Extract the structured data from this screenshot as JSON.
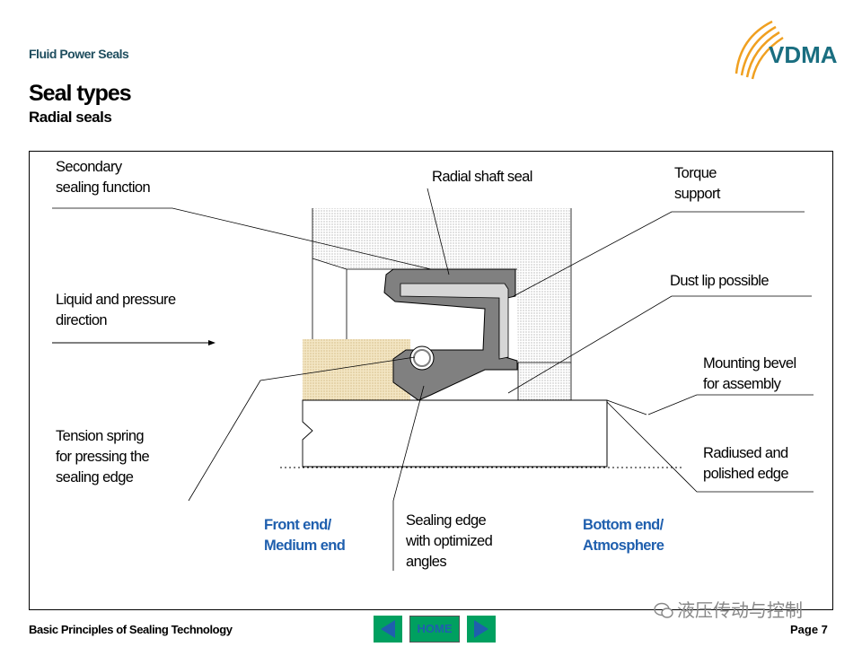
{
  "header": {
    "section": "Fluid Power Seals",
    "title": "Seal types",
    "subtitle": "Radial seals",
    "logo_text": "VDMA"
  },
  "labels": {
    "secondary_sealing": [
      "Secondary",
      "sealing function"
    ],
    "radial_shaft_seal": "Radial shaft seal",
    "torque_support": [
      "Torque",
      "support"
    ],
    "dust_lip": "Dust lip possible",
    "liquid_pressure": [
      "Liquid and pressure",
      "direction"
    ],
    "mounting_bevel": [
      "Mounting bevel",
      "for assembly"
    ],
    "tension_spring": [
      "Tension spring",
      "for pressing the",
      "sealing edge"
    ],
    "radiused_edge": [
      "Radiused and",
      "polished edge"
    ],
    "front_end": [
      "Front end/",
      "Medium end"
    ],
    "sealing_edge": [
      "Sealing edge",
      "with optimized",
      "angles"
    ],
    "bottom_end": [
      "Bottom end/",
      "Atmosphere"
    ]
  },
  "footer": {
    "left": "Basic Principles of Sealing Technology",
    "home": "HOME",
    "page": "Page 7",
    "watermark": "液压传动与控制"
  },
  "colors": {
    "section_text": "#1f4e5f",
    "blue_label": "#1f5fae",
    "nav_green": "#00a060",
    "nav_arrow": "#1f5fae",
    "logo_orange": "#f0a020",
    "logo_teal": "#1a6e80"
  },
  "icons": [
    "left-arrow-icon",
    "right-arrow-icon",
    "vdma-logo-icon",
    "wechat-icon"
  ]
}
